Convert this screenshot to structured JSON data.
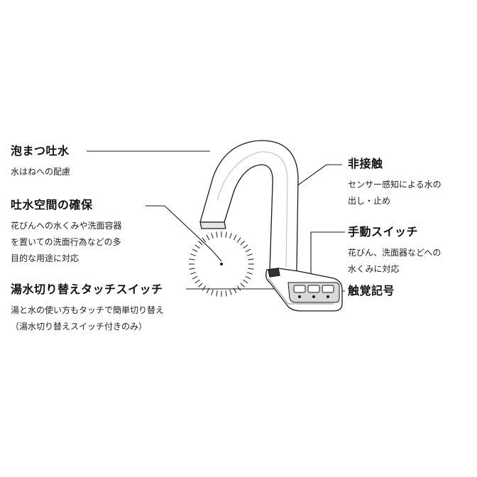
{
  "callouts": {
    "foam_spout": {
      "title": "泡まつ吐水",
      "desc": [
        "水はねへの配慮"
      ]
    },
    "spout_space": {
      "title": "吐水空間の確保",
      "desc": [
        "花びんへの水くみや洗面容器",
        "を置いての洗面行為などの多",
        "目的な用途に対応"
      ]
    },
    "mode_switch": {
      "title": "湯水切り替えタッチスイッチ",
      "desc": [
        "湯と水の使い方もタッチで簡単切り替え",
        "（湯水切り替えスイッチ付きのみ）"
      ]
    },
    "non_contact": {
      "title": "非接触",
      "desc": [
        "センサー感知による水の",
        "出し・止め"
      ]
    },
    "manual_switch": {
      "title": "手動スイッチ",
      "desc": [
        "花びん、洗面器などへの",
        "水くみに対応"
      ]
    },
    "tactile_mark": {
      "title": "触覚記号",
      "desc": []
    }
  },
  "colors": {
    "line": "#1a1a1a",
    "body_fill": "#ffffff",
    "shade": "#cfcfcf",
    "dark_shade": "#555555"
  }
}
